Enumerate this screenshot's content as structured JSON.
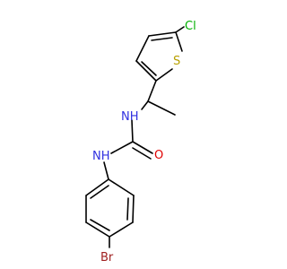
{
  "atoms": {
    "cl": {
      "label": "Cl",
      "color": "#00b000"
    },
    "s": {
      "label": "S",
      "color": "#b8a000"
    },
    "nh_top": {
      "label": "NH",
      "color": "#3030e0"
    },
    "nh_left": {
      "label": "NH",
      "color": "#3030e0"
    },
    "o": {
      "label": "O",
      "color": "#e00000"
    },
    "br": {
      "label": "Br",
      "color": "#a02020"
    }
  }
}
